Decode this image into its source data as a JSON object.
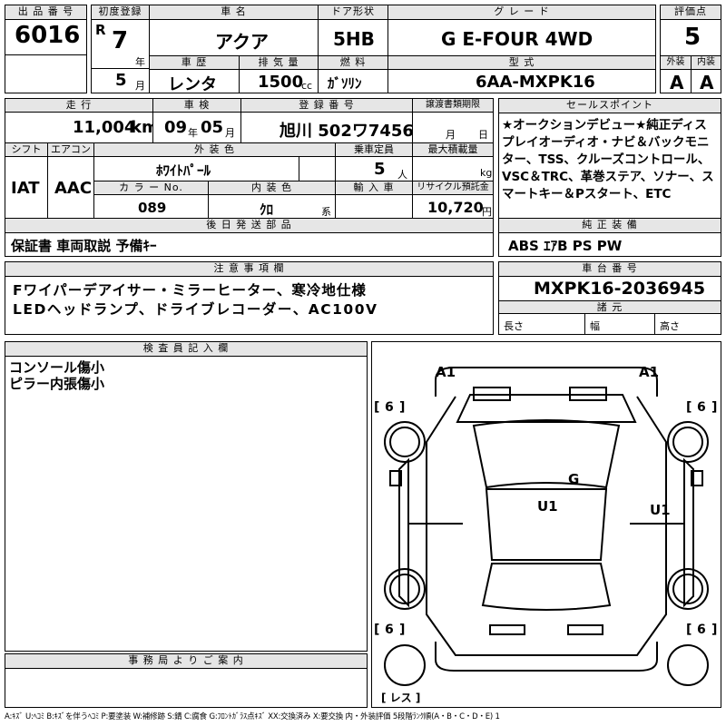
{
  "header": {
    "lot_label": "出 品 番 号",
    "lot_value": "6016",
    "first_reg_label": "初度登録",
    "era": "R",
    "first_reg_year": "7",
    "year_unit": "年",
    "first_reg_month": "5",
    "month_unit": "月",
    "car_name_label": "車 名",
    "car_name": "アクア",
    "door_label": "ドア形状",
    "door": "5HB",
    "grade_label": "グ レ ー ド",
    "grade": "G E-FOUR 4WD",
    "score_label": "評価点",
    "score": "5",
    "history_label": "車 歴",
    "history": "レンタ",
    "displacement_label": "排 気 量",
    "displacement": "1500",
    "cc_unit": "cc",
    "fuel_label": "燃 料",
    "fuel": "ｶﾞｿﾘﾝ",
    "model_label": "型 式",
    "model": "6AA-MXPK16",
    "ext_label": "外装",
    "ext": "A",
    "int_label": "内装",
    "int": "A"
  },
  "row2": {
    "mileage_label": "走 行",
    "mileage": "11,004",
    "km_unit": "km",
    "inspection_label": "車 検",
    "insp_year": "09",
    "insp_year_unit": "年",
    "insp_month": "05",
    "insp_month_unit": "月",
    "plate_label": "登 録 番 号",
    "plate": "旭川 502ワ7456",
    "transfer_label": "譲渡書類期限",
    "transfer_month_unit": "月",
    "transfer_day_unit": "日",
    "sales_label": "セールスポイント",
    "sales_text": "★オークションデビュー★純正ディスプレイオーディオ・ナビ＆バックモニター、TSS、クルーズコントロール、VSC＆TRC、革巻ステア、ソナー、スマートキー＆Pスタート、ETC",
    "shift_label": "シフト",
    "shift": "IAT",
    "ac_label": "エアコン",
    "ac": "AAC",
    "ext_color_label": "外 装 色",
    "ext_color": "ﾎﾜｲﾄﾊﾟｰﾙ",
    "capacity_label": "乗車定員",
    "capacity": "5",
    "capacity_unit": "人",
    "load_label": "最大積載量",
    "load_unit": "kg",
    "color_no_label": "カ ラ ー No.",
    "color_no": "089",
    "int_color_label": "内 装 色",
    "int_color": "ｸﾛ",
    "int_color_unit": "系",
    "import_label": "輸 入 車",
    "recycle_label": "リサイクル預託金",
    "recycle": "10,720",
    "yen_unit": "円"
  },
  "row3": {
    "parts_label": "後 日 発 送 部 品",
    "parts": "保証書 車両取説 予備ｷｰ",
    "equip_label": "純 正 装 備",
    "equip": "ABS ｴｱB PS PW"
  },
  "row4": {
    "notes_label": "注 意 事 項 欄",
    "notes_line1": "Fワイパーデアイサー・ミラーヒーター、寒冷地仕様",
    "notes_line2": "LEDヘッドランプ、ドライブレコーダー、AC100V",
    "chassis_label": "車 台 番 号",
    "chassis": "MXPK16-2036945",
    "dims_label": "諸 元",
    "length_label": "長さ",
    "width_label": "幅",
    "height_label": "高さ"
  },
  "inspector": {
    "label": "検 査 員 記 入 欄",
    "line1": "コンソール傷小",
    "line2": "ピラー内張傷小"
  },
  "office": {
    "label": "事 務 局 よ り ご 案 内"
  },
  "diagram": {
    "a1_left": "A1",
    "a1_right": "A1",
    "g": "G",
    "u1_center": "U1",
    "u1_right": "U1",
    "six": "6",
    "bracket_l": "[",
    "bracket_r": "]",
    "res": "[ レス ]"
  },
  "legend": "A:ｷｽﾞ U:ﾍｺﾐ B:ｷｽﾞを伴うﾍｺﾐ P:要塗装 W:補修跡 S:錆 C:腐食 G:ﾌﾛﾝﾄｶﾞﾗｽ点ｷｽﾞ XX:交換済み X:要交換 内・外装評価 5段階ﾗﾝｸ順(A・B・C・D・E) 1"
}
